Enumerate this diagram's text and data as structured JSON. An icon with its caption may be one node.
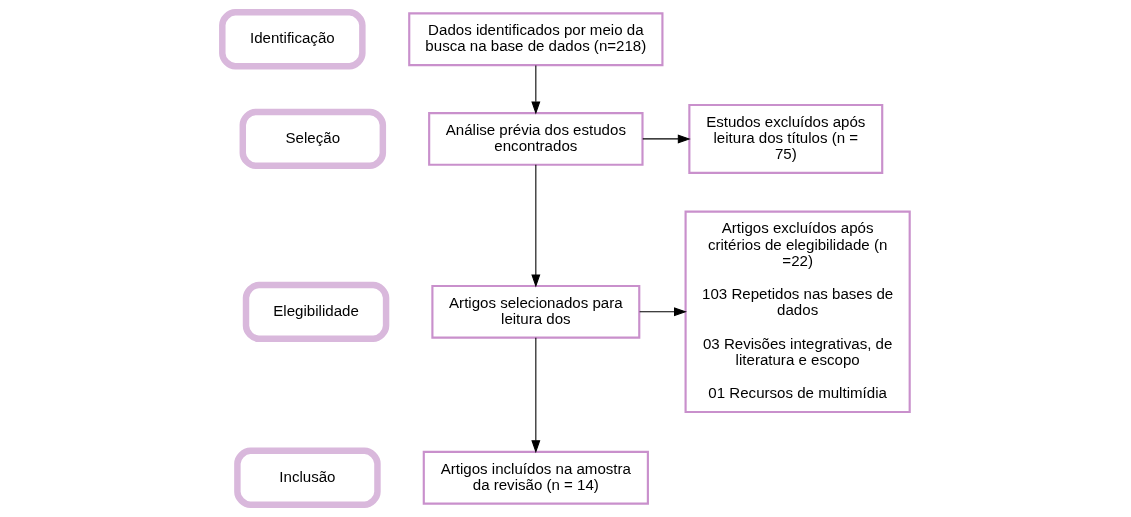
{
  "diagram": {
    "nodes": [
      {
        "text": [
          "Identificação"
        ]
      },
      {
        "text": [
          "Seleção"
        ]
      },
      {
        "text": [
          "Elegibilidade"
        ]
      },
      {
        "text": [
          "Inclusão"
        ]
      },
      {
        "text": [
          "Dados identificados por meio da busca na base de dados (n=218)"
        ]
      },
      {
        "text": [
          "Análise prévia dos estudos encontrados"
        ]
      },
      {
        "text": [
          "Estudos excluídos após leitura dos títulos (n = 75)"
        ]
      },
      {
        "text": [
          "Artigos selecionados para leitura dos"
        ]
      },
      {
        "text": [
          "Artigos excluídos após critérios de elegibilidade (n =22)",
          "103 Repetidos nas bases de dados",
          "03 Revisões integrativas, de literatura e escopo",
          "01 Recursos de multimídia"
        ]
      },
      {
        "text": [
          "Artigos incluídos na amostra da revisão (n = 14)"
        ]
      }
    ],
    "edges": [
      {
        "from": 4,
        "to": 5,
        "arrow": "to"
      },
      {
        "from": 5,
        "to": 6,
        "arrow": "to"
      },
      {
        "from": 5,
        "to": 7,
        "arrow": "to"
      },
      {
        "from": 7,
        "to": 8,
        "arrow": "to"
      },
      {
        "from": 7,
        "to": 9,
        "arrow": "to"
      }
    ]
  }
}
